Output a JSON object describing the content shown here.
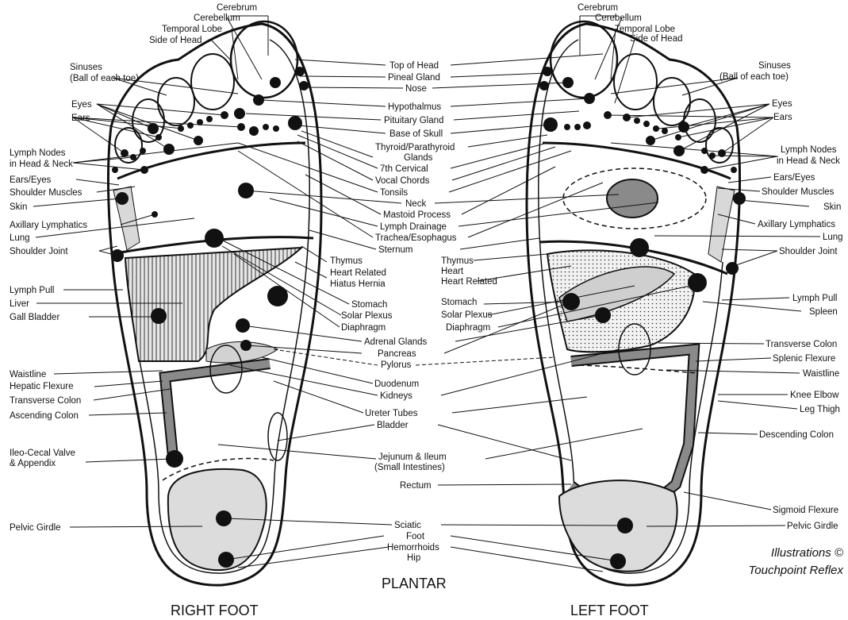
{
  "titles": {
    "plantar": "PLANTAR",
    "right_foot": "RIGHT FOOT",
    "left_foot": "LEFT FOOT"
  },
  "credit": {
    "line1": "Illustrations ©",
    "line2": "Touchpoint Reflex"
  },
  "labels": {
    "cerebrum": "Cerebrum",
    "cerebellum": "Cerebellum",
    "temporal_lobe": "Temporal Lobe",
    "side_of_head": "Side of Head",
    "sinuses": "Sinuses",
    "ball_of_each_toe": "(Ball of each toe)",
    "eyes": "Eyes",
    "ears": "Ears",
    "lymph_nodes": "Lymph Nodes",
    "in_head_neck": "in Head & Neck",
    "ears_eyes": "Ears/Eyes",
    "shoulder_muscles": "Shoulder Muscles",
    "skin": "Skin",
    "axillary_lymphatics": "Axillary Lymphatics",
    "lung": "Lung",
    "shoulder_joint_r": "Shoulder Joint",
    "shoulder_joint_l": "Shoulder Joint",
    "lymph_pull": "Lymph Pull",
    "liver": "Liver",
    "gall_bladder": "Gall Bladder",
    "spleen": "Spleen",
    "waistline": "Waistline",
    "hepatic_flexure": "Hepatic Flexure",
    "transverse_colon": "Transverse Colon",
    "ascending_colon": "Ascending Colon",
    "splenic_flexure": "Splenic Flexure",
    "knee_elbow": "Knee Elbow",
    "leg_thigh": "Leg Thigh",
    "descending_colon": "Descending Colon",
    "ileo_cecal_valve": "Ileo-Cecal Valve",
    "appendix": "& Appendix",
    "pelvic_girdle": "Pelvic Girdle",
    "sigmoid_flexure": "Sigmoid Flexure",
    "top_of_head": "Top of Head",
    "pineal_gland": "Pineal Gland",
    "nose": "Nose",
    "hypothalmus": "Hypothalmus",
    "pituitary_gland": "Pituitary Gland",
    "base_of_skull": "Base of Skull",
    "thyroid_parathyroid": "Thyroid/Parathyroid",
    "glands": "Glands",
    "cervical_7th": "7th Cervical",
    "vocal_chords": "Vocal Chords",
    "tonsils": "Tonsils",
    "neck": "Neck",
    "mastoid_process": "Mastoid Process",
    "lymph_drainage": "Lymph Drainage",
    "trachea_esophagus": "Trachea/Esophagus",
    "sternum": "Sternum",
    "thymus": "Thymus",
    "heart": "Heart",
    "heart_related": "Heart Related",
    "hiatus_hernia": "Hiatus Hernia",
    "stomach": "Stomach",
    "solar_plexus": "Solar Plexus",
    "diaphragm": "Diaphragm",
    "adrenal_glands": "Adrenal Glands",
    "pancreas": "Pancreas",
    "pylorus": "Pylorus",
    "duodenum": "Duodenum",
    "kidneys": "Kidneys",
    "ureter_tubes": "Ureter Tubes",
    "bladder": "Bladder",
    "jejunum_ileum": "Jejunum & Ileum",
    "small_intestines": "(Small Intestines)",
    "rectum": "Rectum",
    "sciatic": "Sciatic",
    "foot": "Foot",
    "hemorrhoids": "Hemorrhoids",
    "hip": "Hip"
  },
  "colors": {
    "ink": "#111111",
    "shade_light": "#dcdcdc",
    "shade_mid": "#bdbdbd",
    "shade_dark": "#8a8a8a",
    "colon": "#7a7a7a"
  }
}
